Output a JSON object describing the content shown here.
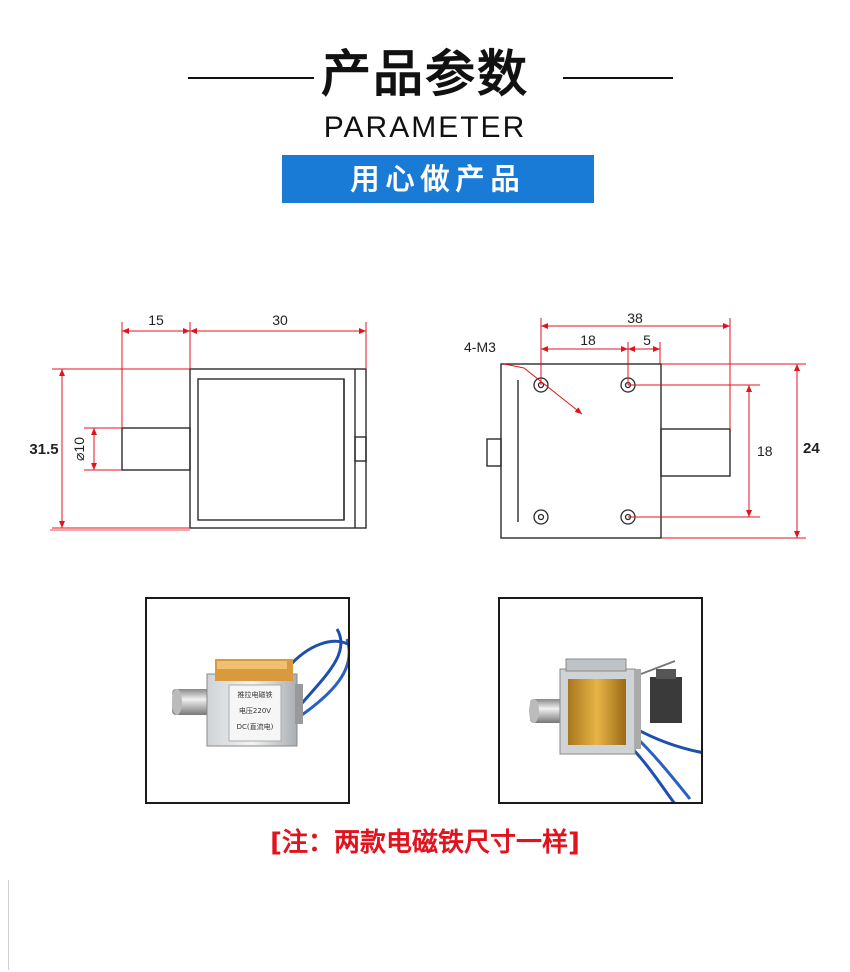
{
  "header": {
    "title": "产品参数",
    "subtitle": "PARAMETER",
    "banner": "用心做产品"
  },
  "left_view": {
    "dim_top_left": "15",
    "dim_top_right": "30",
    "dim_height": "31.5",
    "dim_diameter": "10"
  },
  "right_view": {
    "dim_width": "38",
    "dim_hole_spacing": "18",
    "dim_offset": "5",
    "dim_hole_height": "18",
    "dim_height": "24",
    "hole_label": "4-M3"
  },
  "photos": {
    "left_label_lines": [
      "推拉电磁铁",
      "电压220V",
      "DC(直流电)"
    ]
  },
  "note": "[注：两款电磁铁尺寸一样]",
  "colors": {
    "dimension": "#e0141e",
    "banner": "#1a7bd6",
    "outline": "#2a2a2a"
  }
}
